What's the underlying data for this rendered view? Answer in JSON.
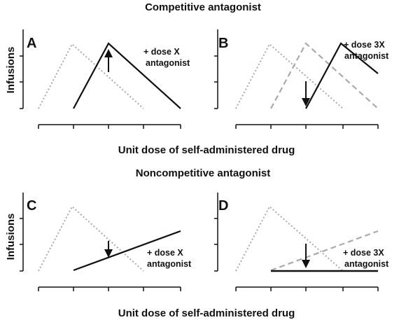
{
  "figure": {
    "sections": [
      {
        "heading": "Competitive antagonist",
        "xlabel": "Unit dose of self-administered drug",
        "ylabel": "Infusions",
        "panels": [
          {
            "letter": "A",
            "annotation": [
              "+ dose X",
              "antagonist"
            ]
          },
          {
            "letter": "B",
            "annotation": [
              "+ dose 3X",
              "antagonist"
            ]
          }
        ]
      },
      {
        "heading": "Noncompetitive antagonist",
        "xlabel": "Unit dose of self-administered drug",
        "ylabel": "Infusions",
        "panels": [
          {
            "letter": "C",
            "annotation": [
              "+ dose X",
              "antagonist"
            ]
          },
          {
            "letter": "D",
            "annotation": [
              "+ dose 3X",
              "antagonist"
            ]
          }
        ]
      }
    ],
    "colors": {
      "baseline": "#aaaaaa",
      "antagonist": "#111111",
      "previous": "#aaaaaa"
    }
  }
}
